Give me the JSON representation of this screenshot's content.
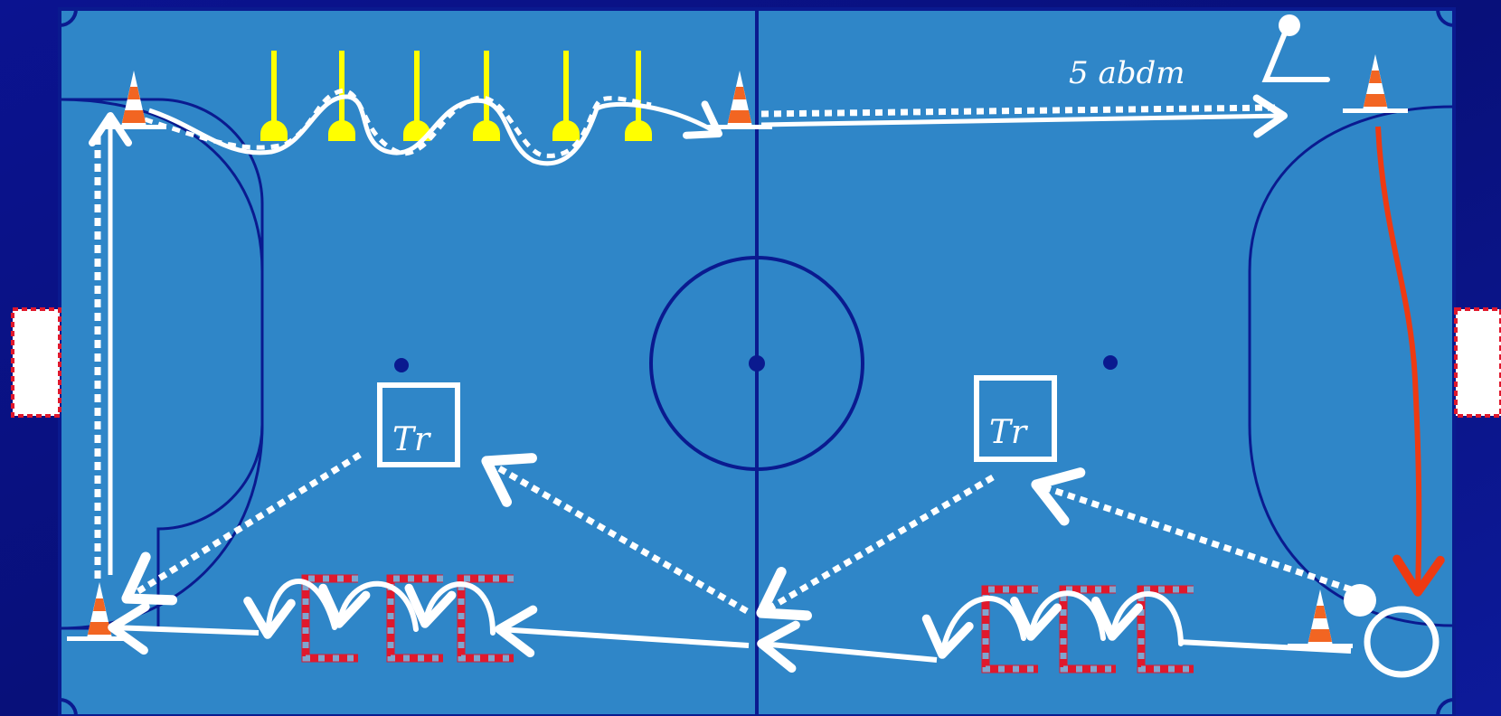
{
  "annotations": {
    "top_right_note": "5 abdm",
    "station_left": "Tr",
    "station_right": "Tr"
  },
  "colors": {
    "background": "#0a0f86",
    "court": "#2f86c8",
    "court_lines": "#0a1a8f",
    "path": "#ffffff",
    "red_run": "#ee3a12",
    "slalom_poles": "#ffff00",
    "cone_orange": "#f26522",
    "hurdle_red": "#e0182c"
  },
  "icons": {
    "cone": "traffic-cone-icon",
    "pole": "slalom-pole-icon",
    "hurdle": "hurdle-icon",
    "ball": "ball-icon",
    "player": "player-icon",
    "hoop": "hoop-icon"
  }
}
